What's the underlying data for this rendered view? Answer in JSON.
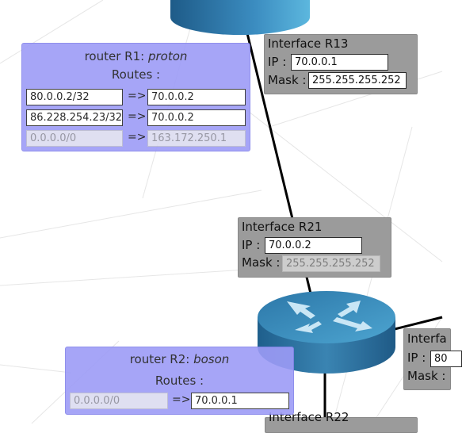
{
  "router_r1": {
    "title_prefix": "router R1: ",
    "name": "proton",
    "routes_label": "Routes :",
    "arrow": "=>",
    "routes": [
      {
        "dest": "80.0.0.2/32",
        "gw": "70.0.0.2",
        "editable": true
      },
      {
        "dest": "86.228.254.23/32",
        "gw": "70.0.0.2",
        "editable": true
      },
      {
        "dest": "0.0.0.0/0",
        "gw": "163.172.250.1",
        "editable": false
      }
    ]
  },
  "router_r2": {
    "title_prefix": "router R2: ",
    "name": "boson",
    "routes_label": "Routes :",
    "arrow": "=>",
    "routes": [
      {
        "dest": "0.0.0.0/0",
        "gw": "70.0.0.1",
        "editable": false
      }
    ]
  },
  "interface_r13": {
    "title": "Interface R13",
    "ip_label": "IP :",
    "ip": "70.0.0.1",
    "mask_label": "Mask :",
    "mask": "255.255.255.252"
  },
  "interface_r21": {
    "title": "Interface R21",
    "ip_label": "IP :",
    "ip": "70.0.0.2",
    "mask_label": "Mask :",
    "mask": "255.255.255.252"
  },
  "interface_right_partial": {
    "title": "Interfa",
    "ip_label": "IP :",
    "ip": "80",
    "mask_label": "Mask :"
  },
  "interface_bottom_partial": {
    "title": "Interface R22"
  },
  "colors": {
    "router_panel": "#9d9cf7",
    "interface_panel": "#9b9b9b",
    "router_icon_top": "#4fa6cf",
    "router_icon_side": "#2b6c98",
    "link": "#000000"
  }
}
